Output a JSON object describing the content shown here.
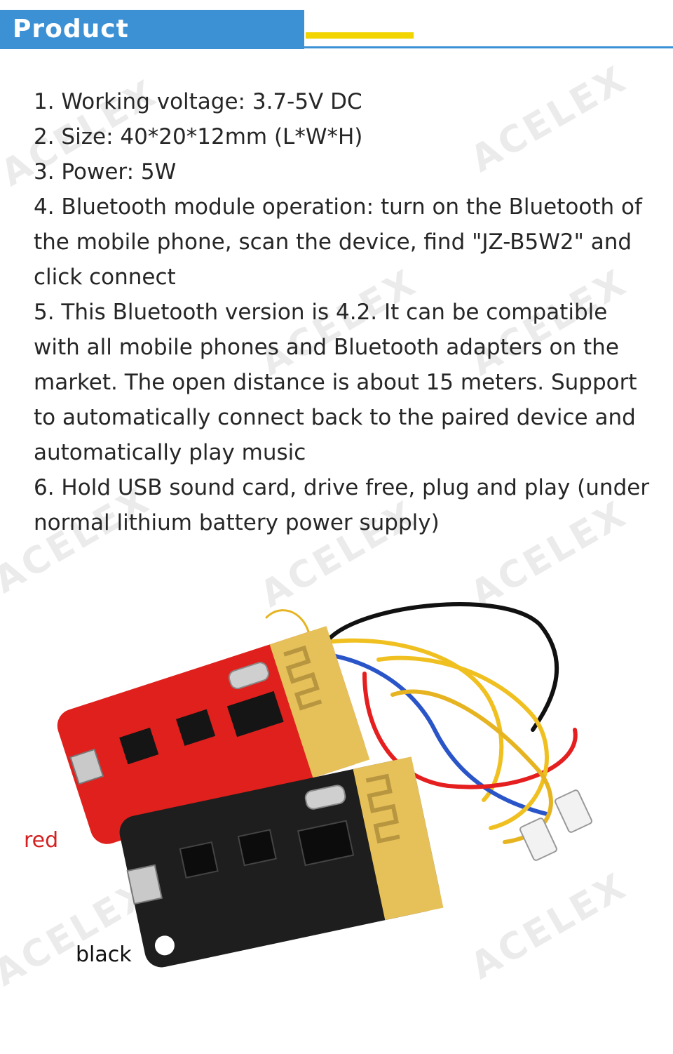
{
  "header": {
    "title": "Product description",
    "accent_color": "#3b91d4",
    "bar_color": "#f2d400"
  },
  "watermark": {
    "text": "ACELEX"
  },
  "specs": [
    "1. Working voltage: 3.7-5V DC",
    "2. Size: 40*20*12mm (L*W*H)",
    "3. Power: 5W",
    "4. Bluetooth module operation: turn on the Bluetooth of the mobile phone, scan the device, find \"JZ-B5W2\" and click connect",
    "5. This Bluetooth version is 4.2. It can be compatible with all mobile phones and Bluetooth adapters on the market. The open distance is about 15 meters. Support to automatically connect back to the paired device and automatically play music",
    "6. Hold USB sound card, drive free, plug and play (under normal lithium battery power supply)"
  ],
  "photo": {
    "labels": {
      "red": "red",
      "black": "black"
    },
    "colors": {
      "red_board": "#e0201c",
      "black_board": "#1e1e1e",
      "antenna": "#e6c15a"
    }
  }
}
